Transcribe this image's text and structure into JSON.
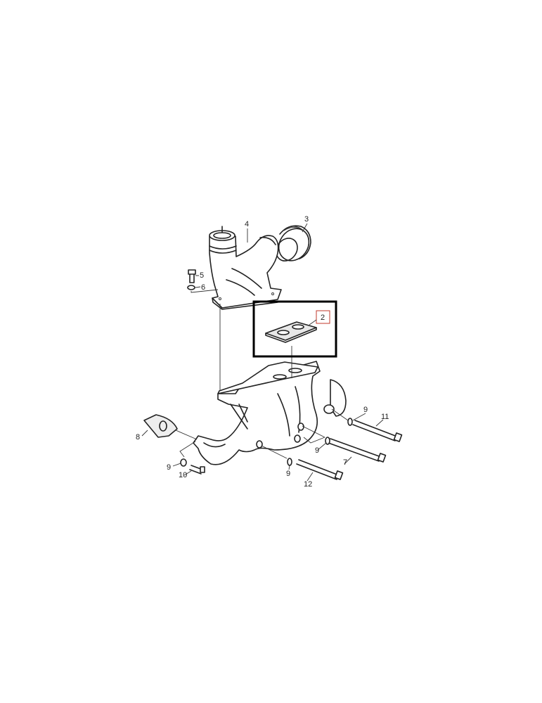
{
  "diagram": {
    "callouts": [
      {
        "part": "4",
        "label": "4"
      },
      {
        "part": "3",
        "label": "3"
      },
      {
        "part": "5",
        "label": "5"
      },
      {
        "part": "6",
        "label": "6"
      },
      {
        "part": "2",
        "label": "2",
        "highlighted": true
      },
      {
        "part": "8",
        "label": "8"
      },
      {
        "part": "9a",
        "label": "9"
      },
      {
        "part": "10",
        "label": "10"
      },
      {
        "part": "9b",
        "label": "9"
      },
      {
        "part": "11",
        "label": "11"
      },
      {
        "part": "9c",
        "label": "9"
      },
      {
        "part": "7",
        "label": "7"
      },
      {
        "part": "9d",
        "label": "9"
      },
      {
        "part": "12",
        "label": "12"
      }
    ],
    "highlight_box_color": "#000000",
    "selected_label_box_color": "#c0392b"
  }
}
